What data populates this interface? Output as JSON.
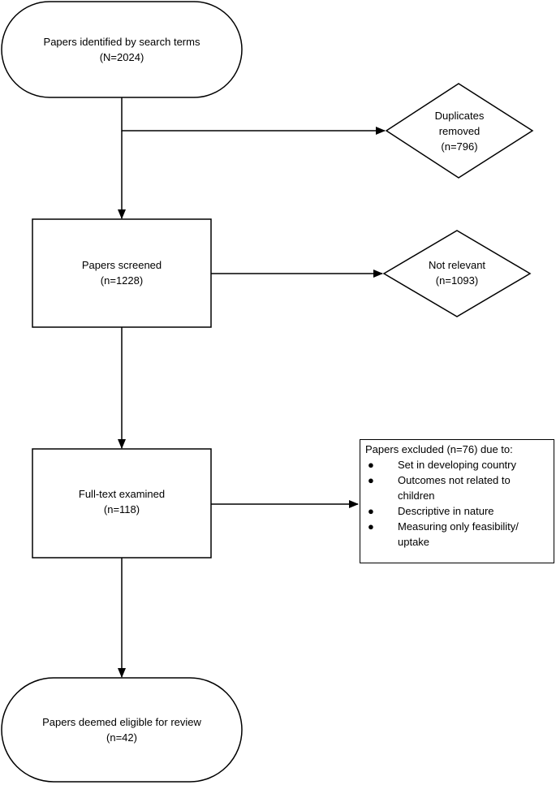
{
  "flow": {
    "identified": {
      "line1": "Papers identified by search terms",
      "line2": "(N=2024)"
    },
    "duplicates": {
      "line1": "Duplicates",
      "line2": "removed",
      "line3": "(n=796)"
    },
    "screened": {
      "line1": "Papers screened",
      "line2": "(n=1228)"
    },
    "not_relevant": {
      "line1": "Not relevant",
      "line2": "(n=1093)"
    },
    "fulltext": {
      "line1": "Full-text examined",
      "line2": "(n=118)"
    },
    "excluded": {
      "heading": "Papers excluded (n=76) due to:",
      "bullet_char": "●",
      "items": [
        {
          "lines": [
            "Set in developing country"
          ]
        },
        {
          "lines": [
            "Outcomes not related to",
            "children"
          ]
        },
        {
          "lines": [
            "Descriptive in nature"
          ]
        },
        {
          "lines": [
            "Measuring only feasibility/",
            "uptake"
          ]
        }
      ]
    },
    "eligible": {
      "line1": "Papers deemed eligible for review",
      "line2": "(n=42)"
    }
  },
  "colors": {
    "stroke": "#000000",
    "fill": "#ffffff"
  }
}
